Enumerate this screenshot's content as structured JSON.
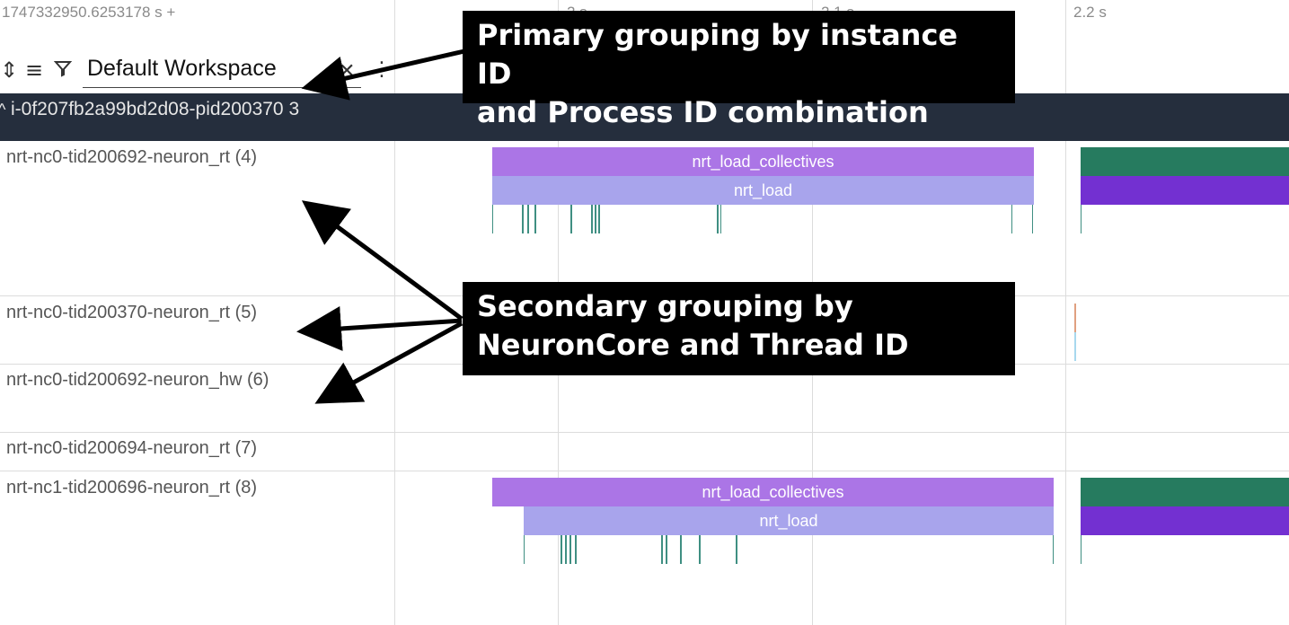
{
  "header": {
    "timestamp_origin": "1747332950.6253178 s +",
    "time_ticks": [
      "2 s",
      "2.1 s",
      "2.2 s"
    ],
    "workspace": "Default Workspace"
  },
  "icons": {
    "collapse_all": "collapse-icon",
    "filter_lines": "lines-icon",
    "filter": "funnel-icon",
    "close": "close-icon",
    "more": "more-vertical-icon",
    "chevron": "chevron-up-icon"
  },
  "process_group": {
    "label": "i-0f207fb2a99bd2d08-pid200370 3"
  },
  "tracks": [
    {
      "label": "nrt-nc0-tid200692-neuron_rt (4)"
    },
    {
      "label": "nrt-nc0-tid200370-neuron_rt (5)"
    },
    {
      "label": "nrt-nc0-tid200692-neuron_hw (6)"
    },
    {
      "label": "nrt-nc0-tid200694-neuron_rt (7)"
    },
    {
      "label": "nrt-nc1-tid200696-neuron_rt (8)"
    }
  ],
  "slices": {
    "track4_collectives": "nrt_load_collectives",
    "track4_load": "nrt_load",
    "track8_collectives": "nrt_load_collectives",
    "track8_load": "nrt_load"
  },
  "annotations": {
    "primary": [
      "Primary grouping by instance ID",
      "and Process ID combination"
    ],
    "secondary": [
      "Secondary grouping by",
      "NeuronCore and Thread ID"
    ]
  },
  "colors": {
    "collectives": "#ab75e6",
    "load": "#a8a4ec",
    "green_slice": "#267b5f",
    "purple_slice": "#7330d1",
    "group_header_bg": "#252e3d"
  }
}
